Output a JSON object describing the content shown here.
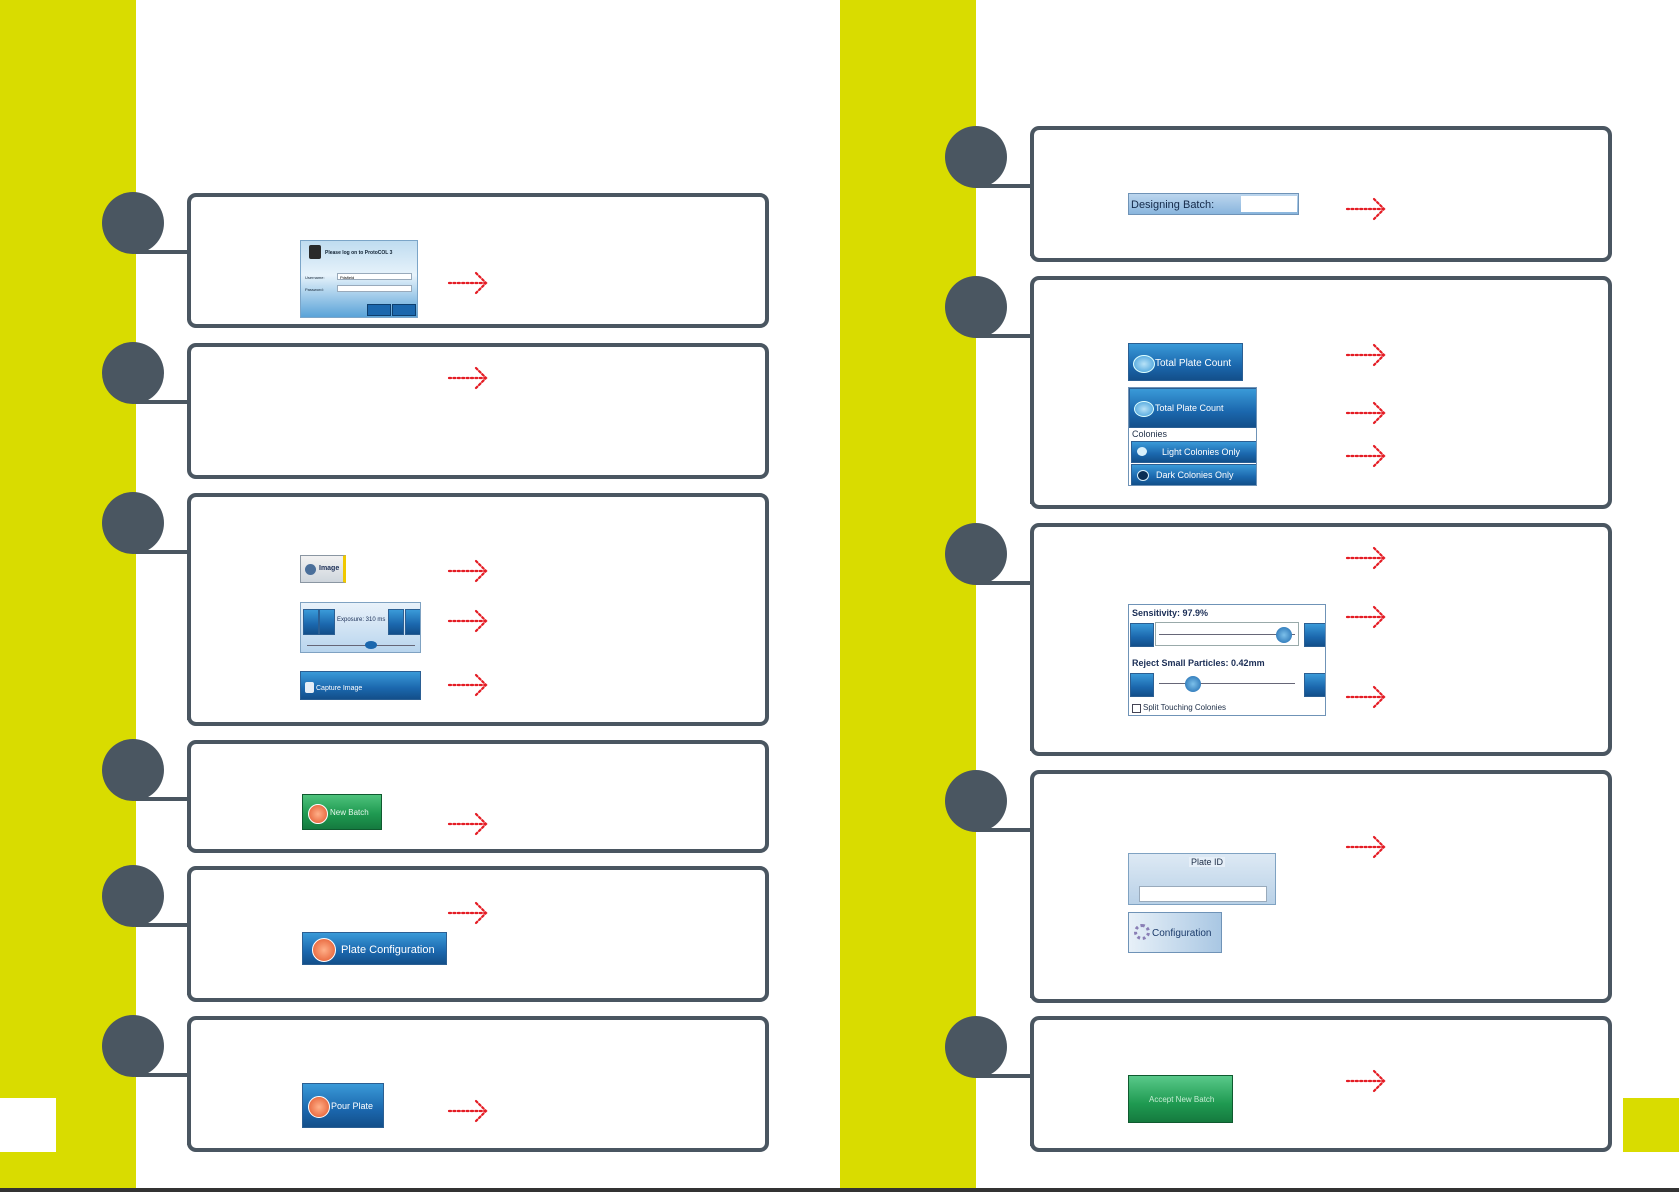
{
  "colors": {
    "band": "#d9dc00",
    "frame": "#4a5661",
    "arrow": "#e41c24",
    "ui_blue": "#1b67ad",
    "ui_green": "#23a55a"
  },
  "icons": {
    "arrow": "dotted-right-arrow-icon",
    "step_marker": "step-circle"
  },
  "left_page": {
    "login": {
      "title": "Please log on to ProtoCOL 3",
      "username_label": "Username:",
      "username_value": "Pdsfield",
      "password_label": "Password:"
    },
    "image_button": "Image",
    "exposure_label": "Exposure: 310 ms",
    "capture_button": "Capture Image",
    "new_batch_button": "New Batch",
    "plate_config_button": "Plate Configuration",
    "pour_plate_button": "Pour Plate"
  },
  "right_page": {
    "designing_batch_label": "Designing Batch:",
    "total_plate_count_button": "Total Plate Count",
    "total_plate_count_menu_header": "Total Plate Count",
    "colonies_label": "Colonies",
    "light_colonies_option": "Light Colonies Only",
    "dark_colonies_option": "Dark Colonies Only",
    "sensitivity_label": "Sensitivity: 97.9%",
    "reject_label": "Reject Small Particles: 0.42mm",
    "split_label": "Split Touching Colonies",
    "plate_id_label": "Plate ID",
    "configuration_button": "Configuration",
    "accept_button": "Accept New Batch"
  }
}
